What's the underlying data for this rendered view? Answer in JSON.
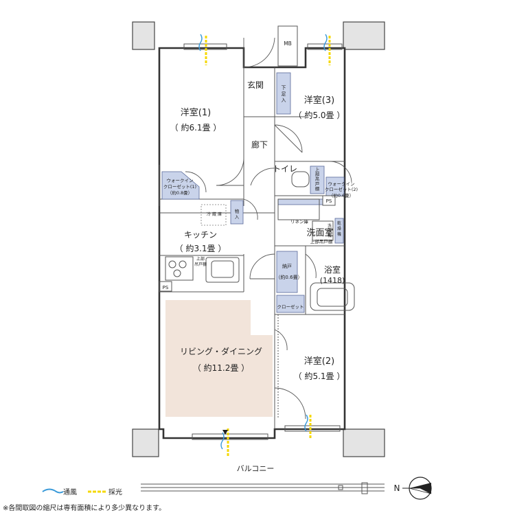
{
  "rooms": {
    "western1": {
      "name": "洋室(1)",
      "size": "（ 約6.1畳 ）"
    },
    "western2": {
      "name": "洋室(2)",
      "size": "（ 約5.1畳 ）"
    },
    "western3": {
      "name": "洋室(3)",
      "size": "（ 約5.0畳 ）"
    },
    "kitchen": {
      "name": "キッチン",
      "size": "（ 約3.1畳 ）"
    },
    "ldk": {
      "name": "リビング・ダイニング",
      "size": "（ 約11.2畳 ）"
    },
    "bath": {
      "name": "浴室",
      "size": "(1418)"
    },
    "entrance": {
      "name": "玄関"
    },
    "hallway": {
      "name": "廊下"
    },
    "toilet": {
      "name": "トイレ"
    },
    "washroom": {
      "name": "洗面室"
    }
  },
  "storage": {
    "walkin1": [
      "ウォークイン",
      "クローゼット(1)",
      "（約0.8畳）"
    ],
    "walkin2": [
      "ウォークイン",
      "クローゼット(2)",
      "（約0.6畳）"
    ],
    "nando": [
      "納戸",
      "（約0.6畳）"
    ],
    "closet": "クローゼット",
    "shoebox": [
      "下",
      "足",
      "入"
    ],
    "toilet_cabinet": [
      "上",
      "部",
      "吊",
      "戸",
      "棚"
    ],
    "linen": "リネン庫",
    "washroom_cabinet": "上部吊戸棚",
    "washer": [
      "洗",
      "濯",
      "機"
    ],
    "dryer": [
      "乾",
      "燥",
      "機"
    ],
    "fridge": [
      "冷",
      "蔵",
      "庫"
    ],
    "pantry": [
      "物",
      "入"
    ],
    "kitchen_cabinet": [
      "上部",
      "吊戸棚"
    ]
  },
  "labels": {
    "mb": "MB",
    "ps_kitchen": "PS",
    "ps_washroom": "PS",
    "balcony": "バルコニー",
    "compass": "N"
  },
  "legend": {
    "ventilation": "通風",
    "daylight": "採光"
  },
  "footnote": "※各間取図の縮尺は専有面積により多少異なります。",
  "colors": {
    "ldk_fill": "#f2e4da",
    "storage_fill": "#c9d3ea",
    "ventilation": "#3a9ad9",
    "daylight": "#f5d800"
  }
}
